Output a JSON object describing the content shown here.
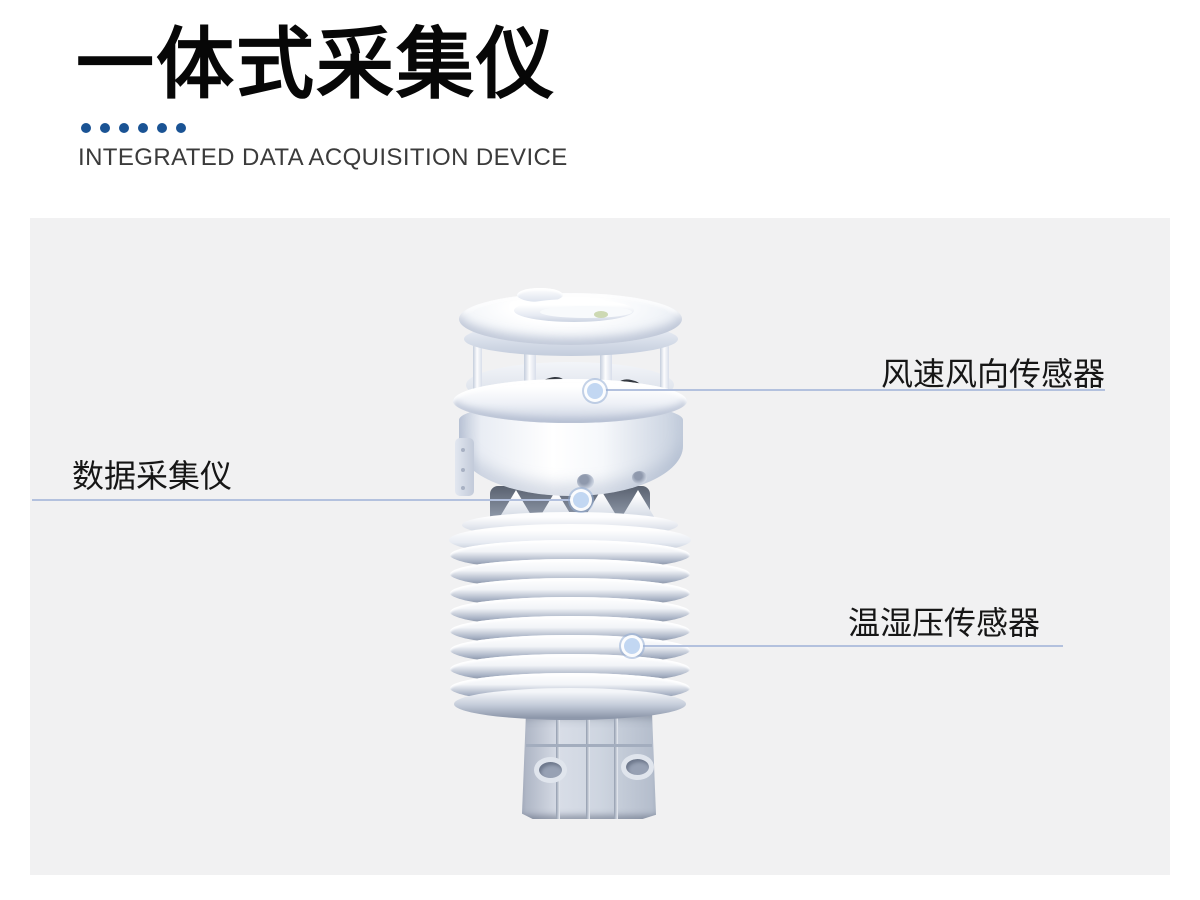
{
  "header": {
    "title": "一体式采集仪",
    "subtitle": "INTEGRATED DATA ACQUISITION DEVICE",
    "dots_count": 6
  },
  "callouts": {
    "wind": {
      "label": "风速风向传感器",
      "side": "right"
    },
    "logger": {
      "label": "数据采集仪",
      "side": "left"
    },
    "thp": {
      "label": "温湿压传感器",
      "side": "right"
    }
  },
  "device": {
    "name": "integrated-weather-station"
  },
  "colors": {
    "accent_blue": "#1a5394",
    "panel_bg": "#f1f1f2",
    "leader_line": "#b3c1de",
    "callout_dot": "#c2d7f2",
    "title_text": "#070707",
    "subtitle_text": "#3b3b3b",
    "label_text": "#161616"
  }
}
